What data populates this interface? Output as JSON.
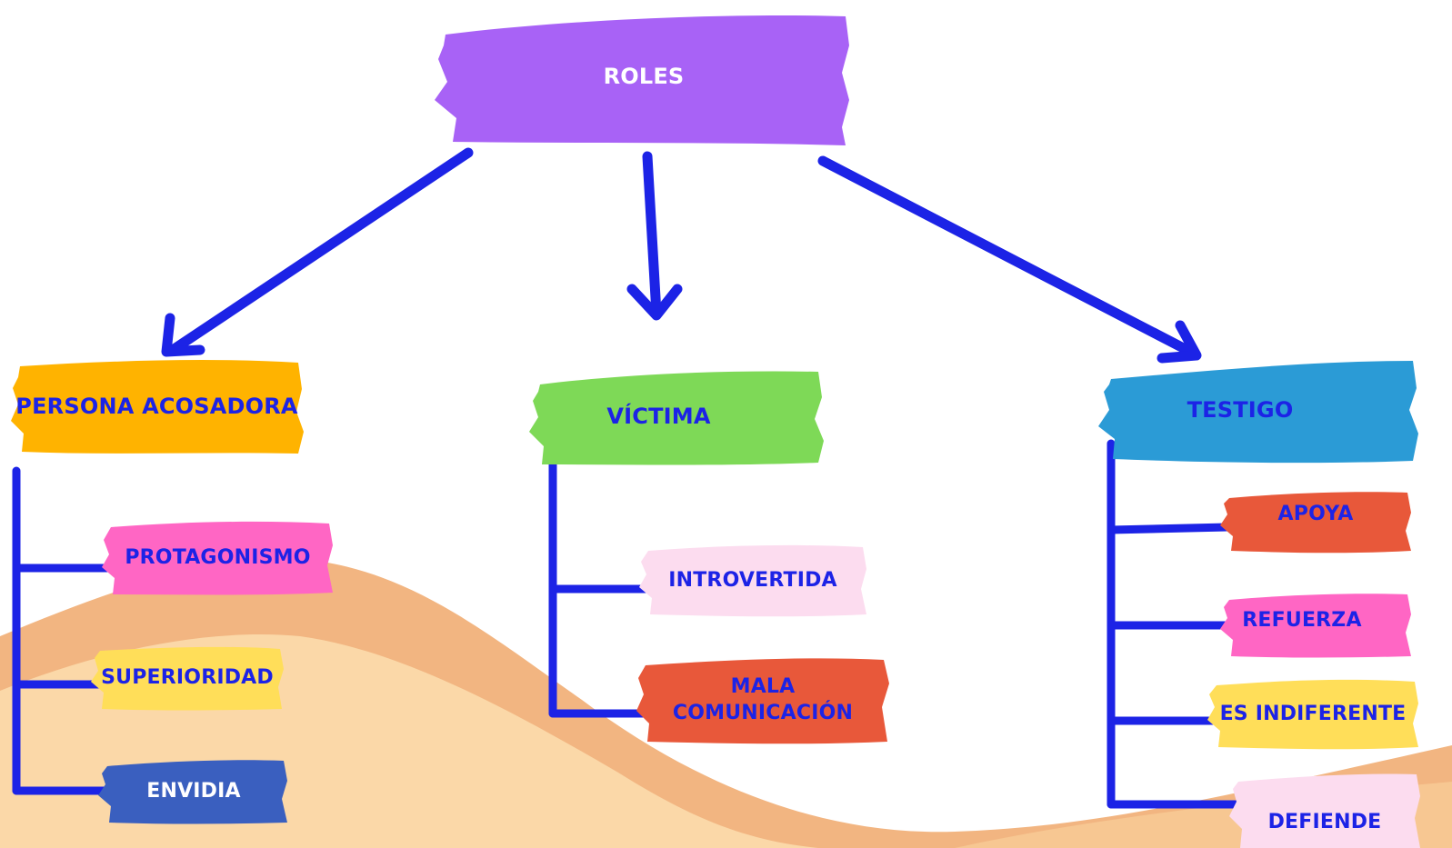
{
  "root": {
    "label": "ROLES",
    "color": "#a862f6"
  },
  "branches": {
    "acosadora": {
      "label": "PERSONA ACOSADORA",
      "color": "#ffb300",
      "children": [
        {
          "label": "PROTAGONISMO",
          "color": "#ff66c4"
        },
        {
          "label": "SUPERIORIDAD",
          "color": "#ffde59"
        },
        {
          "label": "ENVIDIA",
          "color": "#3a5fbf"
        }
      ]
    },
    "victima": {
      "label": "VÍCTIMA",
      "color": "#7ed957",
      "children": [
        {
          "label": "INTROVERTIDA",
          "color": "#fcdcef"
        },
        {
          "label": "MALA COMUNICACIÓN",
          "color": "#e8583a"
        }
      ]
    },
    "testigo": {
      "label": "TESTIGO",
      "color": "#2b9bd6",
      "children": [
        {
          "label": "APOYA",
          "color": "#e8583a"
        },
        {
          "label": "REFUERZA",
          "color": "#ff66c4"
        },
        {
          "label": "ES INDIFERENTE",
          "color": "#ffde59"
        },
        {
          "label": "DEFIENDE",
          "color": "#fcdcef"
        }
      ]
    }
  },
  "colors": {
    "connector": "#1c23e6",
    "text": "#1c23e6",
    "sand_dark": "#f2b581",
    "sand_light": "#fbd8a8"
  }
}
